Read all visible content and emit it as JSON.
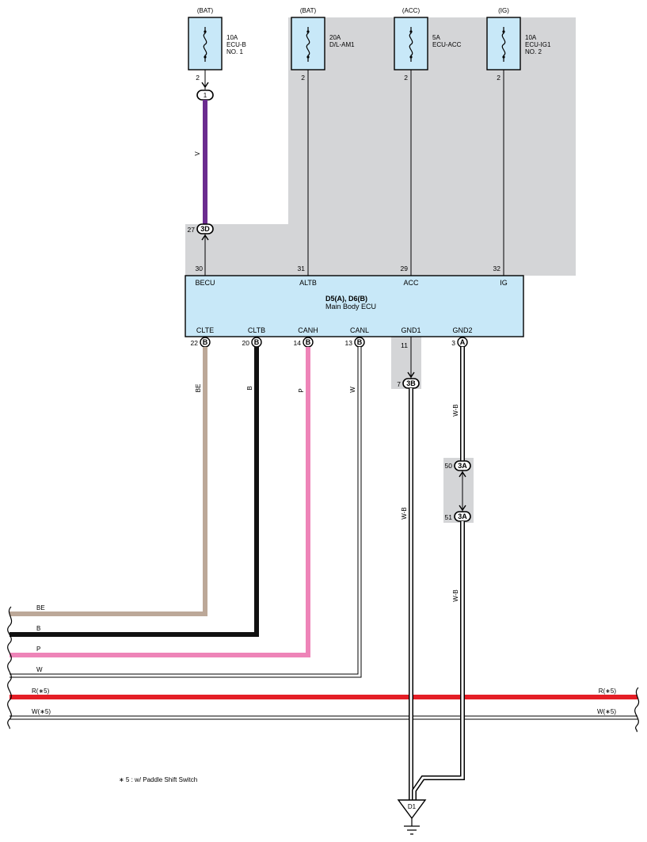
{
  "fuses": [
    {
      "source": "(BAT)",
      "pin": "2",
      "rating": "10A",
      "name_line1": "ECU-B",
      "name_line2": "NO. 1"
    },
    {
      "source": "(BAT)",
      "pin": "2",
      "rating": "20A",
      "name_line1": "D/L-AM1",
      "name_line2": ""
    },
    {
      "source": "(ACC)",
      "pin": "2",
      "rating": "5A",
      "name_line1": "ECU-ACC",
      "name_line2": ""
    },
    {
      "source": "(IG)",
      "pin": "2",
      "rating": "10A",
      "name_line1": "ECU-IG1",
      "name_line2": "NO. 2"
    }
  ],
  "connectors": {
    "c1": {
      "id": "1"
    },
    "c3d": {
      "id": "3D",
      "pin": "27"
    },
    "c3b": {
      "id": "3B",
      "pin": "7"
    },
    "c3a_50": {
      "id": "3A",
      "pin": "50"
    },
    "c3a_51": {
      "id": "3A",
      "pin": "51"
    }
  },
  "ecu": {
    "title": "D5(A), D6(B)",
    "subtitle": "Main Body ECU",
    "top_terminals": [
      {
        "name": "BECU",
        "pin": "30"
      },
      {
        "name": "ALTB",
        "pin": "31"
      },
      {
        "name": "ACC",
        "pin": "29"
      },
      {
        "name": "IG",
        "pin": "32"
      }
    ],
    "bottom_terminals": [
      {
        "name": "CLTE",
        "pin": "22",
        "conn": "B"
      },
      {
        "name": "CLTB",
        "pin": "20",
        "conn": "B"
      },
      {
        "name": "CANH",
        "pin": "14",
        "conn": "B"
      },
      {
        "name": "CANL",
        "pin": "13",
        "conn": "B"
      },
      {
        "name": "GND1",
        "pin": "11",
        "conn": ""
      },
      {
        "name": "GND2",
        "pin": "3",
        "conn": "A"
      }
    ]
  },
  "wires": {
    "v": "V",
    "be": "BE",
    "b": "B",
    "p": "P",
    "w": "W",
    "wb1": "W-B",
    "wb2": "W-B",
    "wb3": "W-B"
  },
  "bus": {
    "be": "BE",
    "b": "B",
    "p": "P",
    "w": "W",
    "r_left": "R(∗5)",
    "r_right": "R(∗5)",
    "w5_left": "W(∗5)",
    "w5_right": "W(∗5)"
  },
  "ground": {
    "id": "D1"
  },
  "footnote": "∗ 5 : w/ Paddle Shift Switch",
  "colors": {
    "violet": "#6b2c8f",
    "tan": "#bca898",
    "black": "#111111",
    "pink": "#ee84b8",
    "red": "#e41e26",
    "ecu_fill": "#c8e8f8",
    "fuse_fill": "#c8e8f8",
    "shade": "#d4d5d7"
  }
}
